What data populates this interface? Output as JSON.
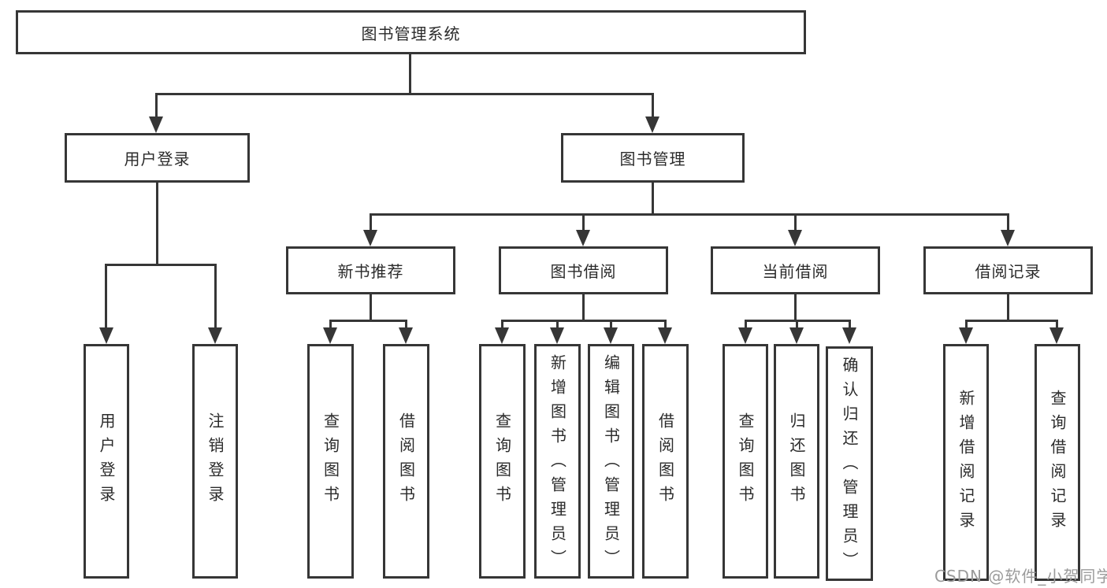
{
  "tree": {
    "root": "图书管理系统",
    "children": [
      {
        "label": "用户登录",
        "children": [
          "用户登录",
          "注销登录"
        ]
      },
      {
        "label": "图书管理",
        "children": [
          {
            "label": "新书推荐",
            "children": [
              "查询图书",
              "借阅图书"
            ]
          },
          {
            "label": "图书借阅",
            "children": [
              "查询图书",
              "新增图书（管理员）",
              "编辑图书（管理员）",
              "借阅图书"
            ]
          },
          {
            "label": "当前借阅",
            "children": [
              "查询图书",
              "归还图书",
              "确认归还（管理员）"
            ]
          },
          {
            "label": "借阅记录",
            "children": [
              "新增借阅记录",
              "查询借阅记录"
            ]
          }
        ]
      }
    ]
  },
  "watermark": "CSDN @软件_小贺同学",
  "colors": {
    "line": "#363636",
    "text": "#2b2b2b",
    "watermark": "#9b9b9b",
    "background": "#ffffff"
  }
}
